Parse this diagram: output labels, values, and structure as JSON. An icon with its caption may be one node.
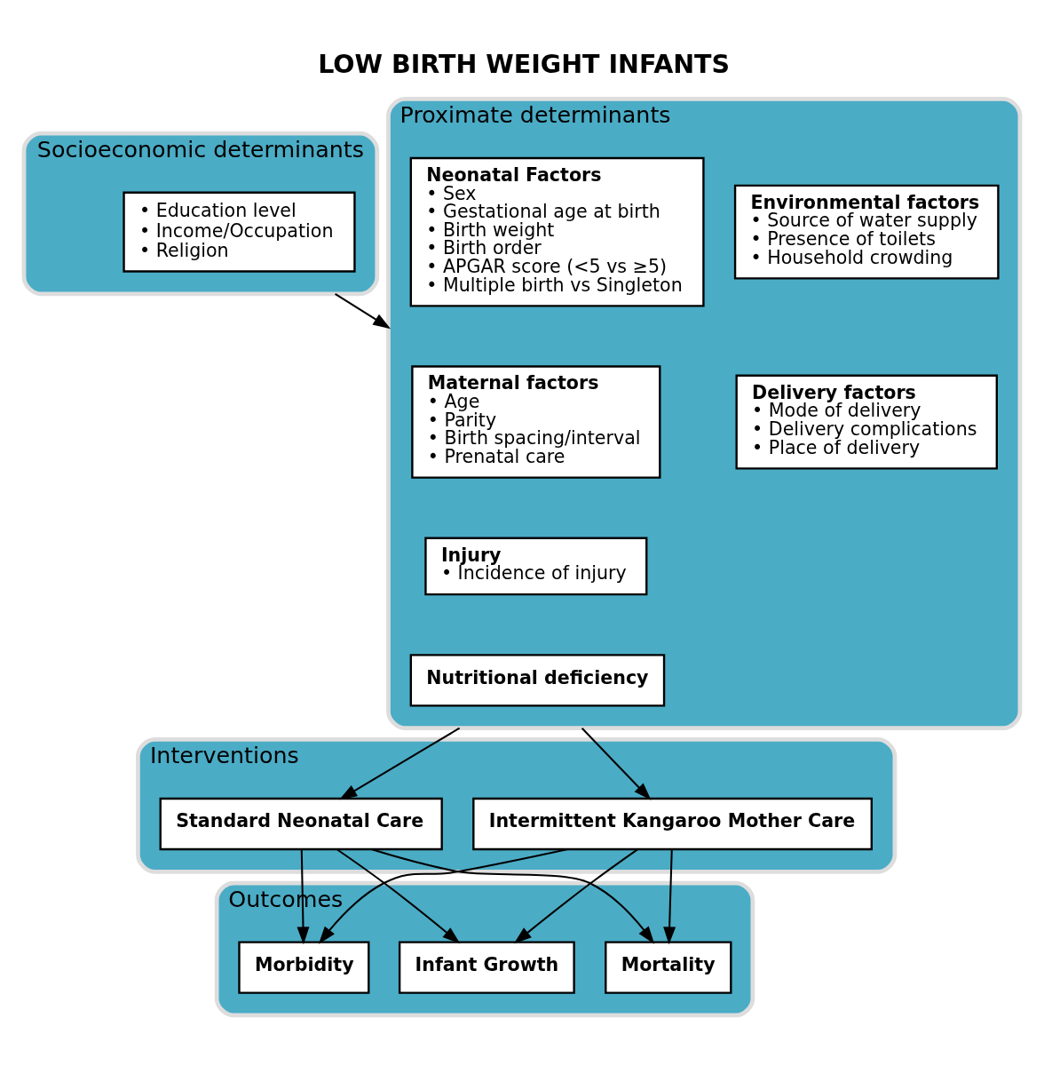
{
  "diagram": {
    "title": "LOW BIRTH WEIGHT INFANTS",
    "nodes": [
      {
        "text": [
          "Socioeconomic determinants"
        ]
      },
      {
        "text": [
          "• Education level",
          "• Income/Occupation",
          "• Religion"
        ],
        "in": 0
      },
      {
        "text": [
          "Proximate determinants"
        ]
      },
      {
        "text": [
          "Maternal factors",
          "• Age",
          "• Parity",
          "• Birth spacing/interval",
          "• Prenatal care"
        ],
        "in": 2
      },
      {
        "text": [
          "Environmental factors",
          "• Source of water supply",
          "• Presence of toilets",
          "• Household crowding"
        ],
        "in": 2
      },
      {
        "text": [
          "Neonatal Factors",
          "• Sex",
          "• Gestational age at birth",
          "• Birth weight",
          "• Birth order",
          "• APGAR score (<5 vs ≥5)",
          "• Multiple birth vs Singleton"
        ],
        "in": 2
      },
      {
        "text": [
          "Injury",
          "• Incidence of injury"
        ],
        "in": 2
      },
      {
        "text": [
          "Nutritional deficiency"
        ],
        "in": 2
      },
      {
        "text": [
          "Delivery factors",
          "• Mode of delivery",
          "• Delivery complications",
          "• Place of delivery"
        ],
        "in": 2
      },
      {
        "text": [
          "Interventions"
        ]
      },
      {
        "text": [
          "Intermittent Kangaroo Mother Care"
        ],
        "in": 9
      },
      {
        "text": [
          "Standard Neonatal Care"
        ],
        "in": 9
      },
      {
        "text": [
          "Outcomes"
        ]
      },
      {
        "text": [
          "Morbidity"
        ],
        "in": 12
      },
      {
        "text": [
          "Mortality"
        ],
        "in": 12
      },
      {
        "text": [
          "Infant Growth"
        ],
        "in": 12
      }
    ],
    "edges": [
      {
        "from": 0,
        "to": 2,
        "arrow": "to"
      },
      {
        "from": 2,
        "to": 10,
        "arrow": "to"
      },
      {
        "from": 2,
        "to": 11,
        "arrow": "to"
      },
      {
        "from": 10,
        "to": 13,
        "arrow": "to"
      },
      {
        "from": 10,
        "to": 14,
        "arrow": "to"
      },
      {
        "from": 10,
        "to": 15,
        "arrow": "to"
      },
      {
        "from": 11,
        "to": 13,
        "arrow": "to"
      },
      {
        "from": 11,
        "to": 14,
        "arrow": "to"
      },
      {
        "from": 11,
        "to": 15,
        "arrow": "to"
      }
    ]
  }
}
